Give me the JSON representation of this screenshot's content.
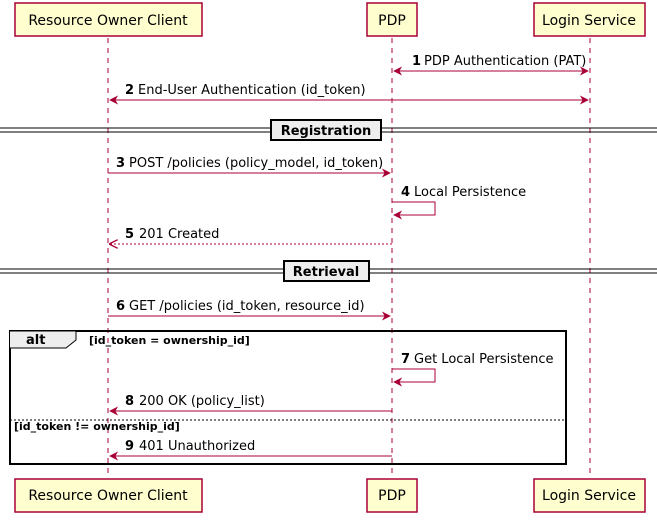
{
  "participants": [
    {
      "id": "client",
      "name": "Resource Owner Client"
    },
    {
      "id": "pdp",
      "name": "PDP"
    },
    {
      "id": "login",
      "name": "Login Service"
    }
  ],
  "messages": [
    {
      "num": "1",
      "text": "PDP Authentication (PAT)",
      "from": "login",
      "to": "pdp",
      "style": "bidirectional"
    },
    {
      "num": "2",
      "text": "End-User Authentication (id_token)",
      "from": "login",
      "to": "client",
      "style": "bidirectional"
    },
    {
      "num": "3",
      "text": "POST /policies (policy_model, id_token)",
      "from": "client",
      "to": "pdp",
      "style": "solid"
    },
    {
      "num": "4",
      "text": "Local Persistence",
      "from": "pdp",
      "to": "pdp",
      "style": "self"
    },
    {
      "num": "5",
      "text": "201 Created",
      "from": "pdp",
      "to": "client",
      "style": "dashed"
    },
    {
      "num": "6",
      "text": "GET /policies (id_token, resource_id)",
      "from": "client",
      "to": "pdp",
      "style": "solid"
    },
    {
      "num": "7",
      "text": "Get Local Persistence",
      "from": "pdp",
      "to": "pdp",
      "style": "self"
    },
    {
      "num": "8",
      "text": "200 OK (policy_list)",
      "from": "pdp",
      "to": "client",
      "style": "solid"
    },
    {
      "num": "9",
      "text": "401 Unauthorized",
      "from": "pdp",
      "to": "client",
      "style": "solid"
    }
  ],
  "dividers": [
    {
      "label": "Registration"
    },
    {
      "label": "Retrieval"
    }
  ],
  "alt": {
    "label": "alt",
    "condition1": "[id_token = ownership_id]",
    "condition2": "[id_token != ownership_id]"
  },
  "colors": {
    "participant_fill": "#FEFECE",
    "participant_border": "#A80036",
    "arrow": "#A80036",
    "divider_fill": "#EEEEEE"
  }
}
